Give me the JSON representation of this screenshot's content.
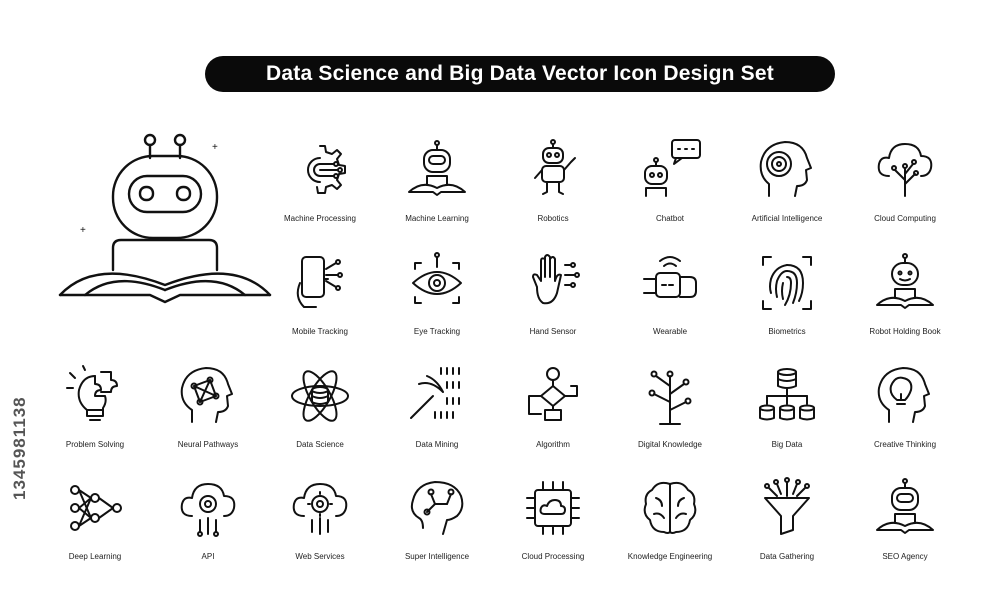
{
  "title": "Data Science and Big Data Vector Icon Design Set",
  "side_id": "1345981138",
  "icons": [
    {
      "label": "Machine Processing",
      "icon": "gear-icon"
    },
    {
      "label": "Machine Learning",
      "icon": "robot-book-icon"
    },
    {
      "label": "Robotics",
      "icon": "robot-icon"
    },
    {
      "label": "Chatbot",
      "icon": "chatbot-icon"
    },
    {
      "label": "Artificial Intelligence",
      "icon": "ai-head-icon"
    },
    {
      "label": "Cloud Computing",
      "icon": "cloud-tree-icon"
    },
    {
      "label": "Mobile Tracking",
      "icon": "phone-hand-icon"
    },
    {
      "label": "Eye Tracking",
      "icon": "eye-icon"
    },
    {
      "label": "Hand Sensor",
      "icon": "hand-icon"
    },
    {
      "label": "Wearable",
      "icon": "smartwatch-icon"
    },
    {
      "label": "Biometrics",
      "icon": "fingerprint-icon"
    },
    {
      "label": "Robot Holding Book",
      "icon": "robot-book-icon"
    },
    {
      "label": "Problem Solving",
      "icon": "bulb-puzzle-icon"
    },
    {
      "label": "Neural Pathways",
      "icon": "head-network-icon"
    },
    {
      "label": "Data Science",
      "icon": "atom-database-icon"
    },
    {
      "label": "Data Mining",
      "icon": "pickaxe-binary-icon"
    },
    {
      "label": "Algorithm",
      "icon": "flowchart-icon"
    },
    {
      "label": "Digital Knowledge",
      "icon": "digital-tree-icon"
    },
    {
      "label": "Big Data",
      "icon": "database-hierarchy-icon"
    },
    {
      "label": "Creative Thinking",
      "icon": "head-bulb-icon"
    },
    {
      "label": "Deep Learning",
      "icon": "neural-network-icon"
    },
    {
      "label": "API",
      "icon": "cloud-circuit-icon"
    },
    {
      "label": "Web Services",
      "icon": "cloud-gear-icon"
    },
    {
      "label": "Super Intelligence",
      "icon": "brain-circuit-icon"
    },
    {
      "label": "Cloud Processing",
      "icon": "cloud-chip-icon"
    },
    {
      "label": "Knowledge Engineering",
      "icon": "brain-icon"
    },
    {
      "label": "Data Gathering",
      "icon": "funnel-icon"
    },
    {
      "label": "SEO Agency",
      "icon": "robot-book-icon"
    }
  ]
}
